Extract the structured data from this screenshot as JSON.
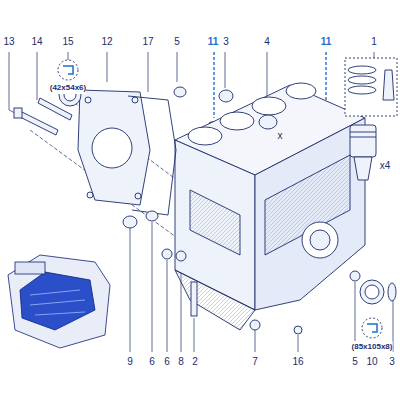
{
  "diagram": {
    "labels": [
      "13",
      "14",
      "15",
      "(42x54x6)",
      "12",
      "17",
      "5",
      "11",
      "3",
      "4",
      "11",
      "1",
      "x",
      "x4",
      "9",
      "6",
      "6",
      "8",
      "2",
      "7",
      "16",
      "5",
      "10",
      "(85x105x8)",
      "3"
    ]
  }
}
